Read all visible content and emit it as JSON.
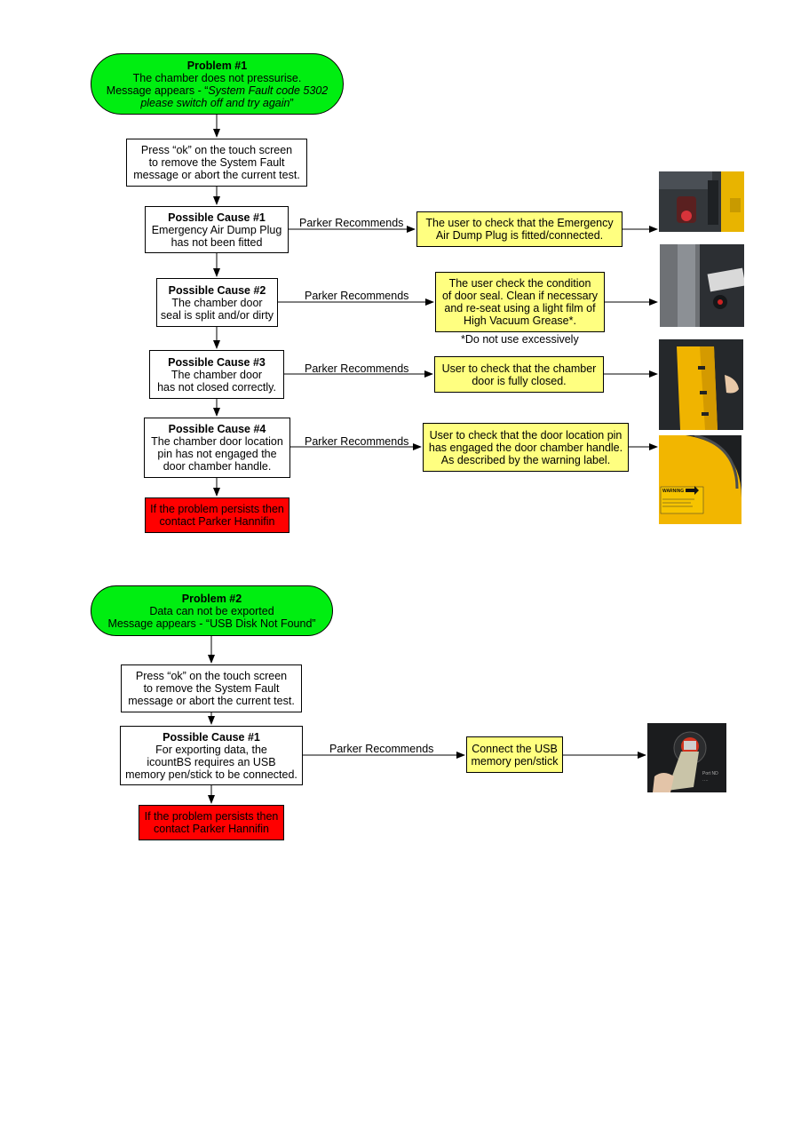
{
  "problem1": {
    "title": "Problem #1",
    "line1": "The chamber does not pressurise.",
    "line2_prefix": "Message appears - “",
    "line2_italic": "System Fault code 5302",
    "line3_italic": "please switch off and try again",
    "line3_suffix": "”",
    "step1": [
      "Press “ok” on the touch screen",
      "to remove the System Fault",
      "message or abort the current test."
    ],
    "causes": [
      {
        "title": "Possible Cause #1",
        "lines": [
          "Emergency Air Dump Plug",
          "has not been fitted"
        ],
        "rec_label": "Parker Recommends",
        "rec": [
          "The user to check that the Emergency",
          "Air Dump Plug is fitted/connected."
        ]
      },
      {
        "title": "Possible Cause #2",
        "lines": [
          "The chamber door",
          "seal is split and/or dirty"
        ],
        "rec_label": "Parker Recommends",
        "rec": [
          "The user check the condition",
          "of door seal. Clean if necessary",
          "and re-seat using a light film of",
          "High Vacuum Grease*."
        ],
        "note": "*Do not use excessively"
      },
      {
        "title": "Possible Cause #3",
        "lines": [
          "The chamber door",
          "has not closed correctly."
        ],
        "rec_label": "Parker Recommends",
        "rec": [
          "User to check that the chamber",
          "door is fully closed."
        ]
      },
      {
        "title": "Possible Cause #4",
        "lines": [
          "The chamber door location",
          "pin has not engaged the",
          "door chamber handle."
        ],
        "rec_label": "Parker Recommends",
        "rec": [
          "User to check that the door location pin",
          "has engaged the door chamber handle.",
          "As described by the warning label."
        ]
      }
    ],
    "persist": [
      "If the problem persists then",
      "contact Parker Hannifin"
    ]
  },
  "problem2": {
    "title": "Problem #2",
    "line1": "Data can not be exported",
    "line2": "Message appears - “USB Disk Not Found”",
    "step1": [
      "Press “ok” on the touch screen",
      "to remove the System Fault",
      "message or abort the current test."
    ],
    "cause": {
      "title": "Possible Cause #1",
      "lines": [
        "For exporting data, the",
        "icountBS requires an USB",
        "memory pen/stick to be connected."
      ],
      "rec_label": "Parker Recommends",
      "rec": [
        "Connect the USB",
        "memory pen/stick"
      ]
    },
    "persist": [
      "If the problem persists then",
      "contact Parker Hannifin"
    ]
  },
  "photos": {
    "photo1": {
      "icon": "dump-plug-photo"
    },
    "photo2": {
      "icon": "door-seal-photo"
    },
    "photo3": {
      "icon": "chamber-door-photo"
    },
    "photo4": {
      "icon": "warning-label-photo",
      "label_text": "WARNING"
    },
    "photo5": {
      "icon": "usb-port-photo",
      "label_text": "Port ND"
    }
  },
  "colors": {
    "problem": "#00ee11",
    "recommend": "#ffff80",
    "persist": "#ff0000"
  }
}
